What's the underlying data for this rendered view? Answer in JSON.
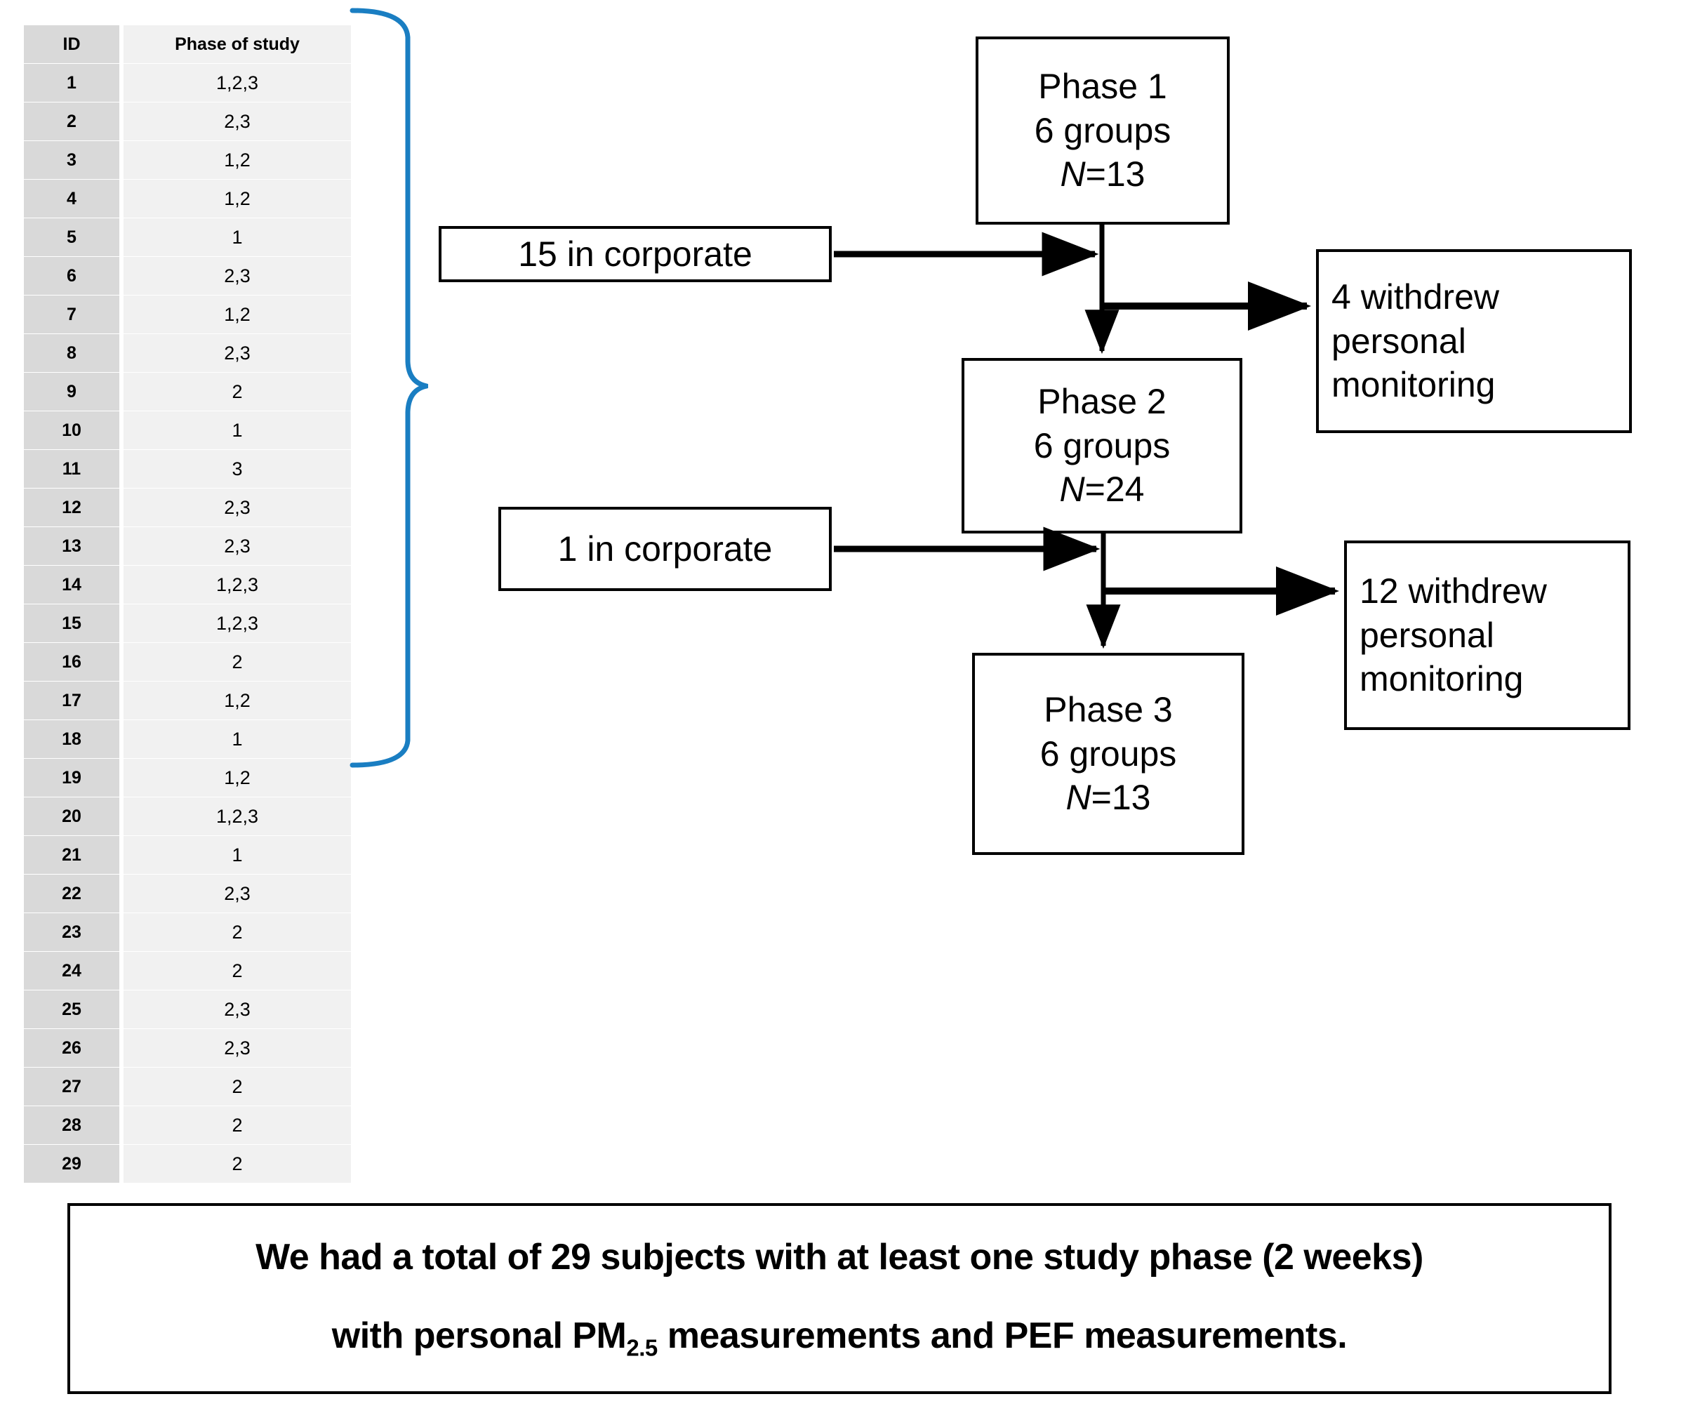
{
  "table": {
    "columns": [
      "ID",
      "Phase of study"
    ],
    "rows": [
      {
        "id": "1",
        "phase": "1,2,3"
      },
      {
        "id": "2",
        "phase": "2,3"
      },
      {
        "id": "3",
        "phase": "1,2"
      },
      {
        "id": "4",
        "phase": "1,2"
      },
      {
        "id": "5",
        "phase": "1"
      },
      {
        "id": "6",
        "phase": "2,3"
      },
      {
        "id": "7",
        "phase": "1,2"
      },
      {
        "id": "8",
        "phase": "2,3"
      },
      {
        "id": "9",
        "phase": "2"
      },
      {
        "id": "10",
        "phase": "1"
      },
      {
        "id": "11",
        "phase": "3"
      },
      {
        "id": "12",
        "phase": "2,3"
      },
      {
        "id": "13",
        "phase": "2,3"
      },
      {
        "id": "14",
        "phase": "1,2,3"
      },
      {
        "id": "15",
        "phase": "1,2,3"
      },
      {
        "id": "16",
        "phase": "2"
      },
      {
        "id": "17",
        "phase": "1,2"
      },
      {
        "id": "18",
        "phase": "1"
      },
      {
        "id": "19",
        "phase": "1,2"
      },
      {
        "id": "20",
        "phase": "1,2,3"
      },
      {
        "id": "21",
        "phase": "1"
      },
      {
        "id": "22",
        "phase": "2,3"
      },
      {
        "id": "23",
        "phase": "2"
      },
      {
        "id": "24",
        "phase": "2"
      },
      {
        "id": "25",
        "phase": "2,3"
      },
      {
        "id": "26",
        "phase": "2,3"
      },
      {
        "id": "27",
        "phase": "2"
      },
      {
        "id": "28",
        "phase": "2"
      },
      {
        "id": "29",
        "phase": "2"
      }
    ]
  },
  "flow": {
    "phase1": {
      "l1": "Phase 1",
      "l2": "6 groups",
      "l3_label": "N",
      "l3_value": "=13"
    },
    "phase2": {
      "l1": "Phase 2",
      "l2": "6 groups",
      "l3_label": "N",
      "l3_value": "=24"
    },
    "phase3": {
      "l1": "Phase 3",
      "l2": "6 groups",
      "l3_label": "N",
      "l3_value": "=13"
    },
    "corporate15": "15 in corporate",
    "corporate1": "1 in corporate",
    "withdrew4": {
      "l1": "4 withdrew",
      "l2": "personal",
      "l3": "monitoring"
    },
    "withdrew12": {
      "l1": "12 withdrew",
      "l2": "personal",
      "l3": "monitoring"
    }
  },
  "caption": {
    "line1": "We had a total of 29 subjects with at least  one study phase (2 weeks)",
    "line2_pre": "with personal PM",
    "line2_sub": "2.5",
    "line2_post": " measurements and PEF measurements."
  },
  "colors": {
    "brace": "#1a7ec2",
    "id_cell_bg": "#d9d9d9",
    "phase_cell_bg": "#f1f1f1",
    "stroke": "#000000"
  }
}
